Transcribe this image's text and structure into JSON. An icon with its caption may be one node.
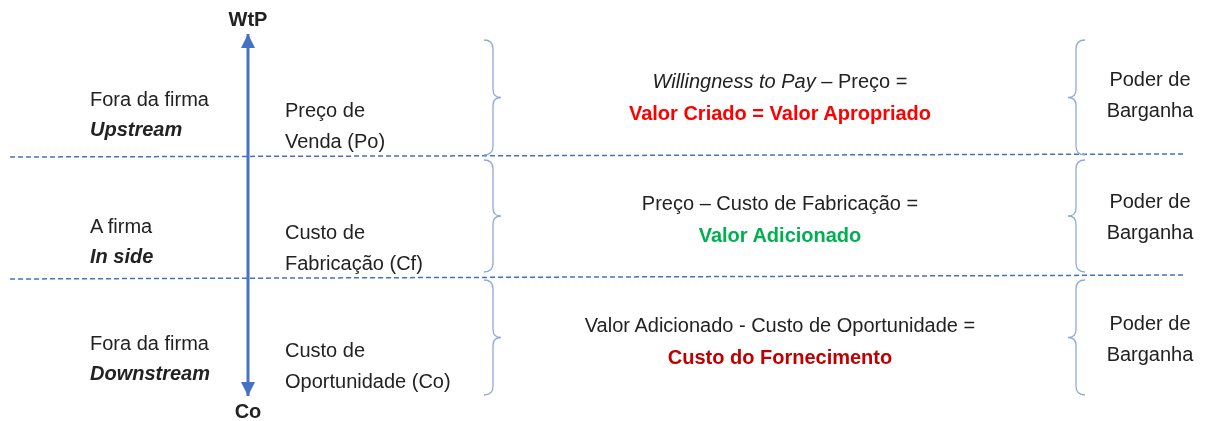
{
  "diagram": {
    "nodes": [
      {
        "text": [
          "WtP"
        ]
      },
      {
        "text": [
          "Co"
        ]
      }
    ],
    "edges": [
      {
        "from": 0,
        "to": 1,
        "arrow": "both"
      }
    ],
    "labels": [
      "Fora da firma",
      "Upstream",
      "Preço de Venda (Po)",
      "*Willingness to Pay* – Preço =",
      "Valor Criado = Valor Apropriado",
      "Poder de Barganha",
      "A firma",
      "In side",
      "Custo de Fabricação (Cf)",
      "Preço – Custo de Fabricação =",
      "Valor Adicionado",
      "Poder de Barganha",
      "Fora da firma",
      "Downstream",
      "Custo de Oportunidade (Co)",
      "Valor Adicionado - Custo de Oportunidade =",
      "Custo do Fornecimento",
      "Poder de Barganha"
    ]
  }
}
